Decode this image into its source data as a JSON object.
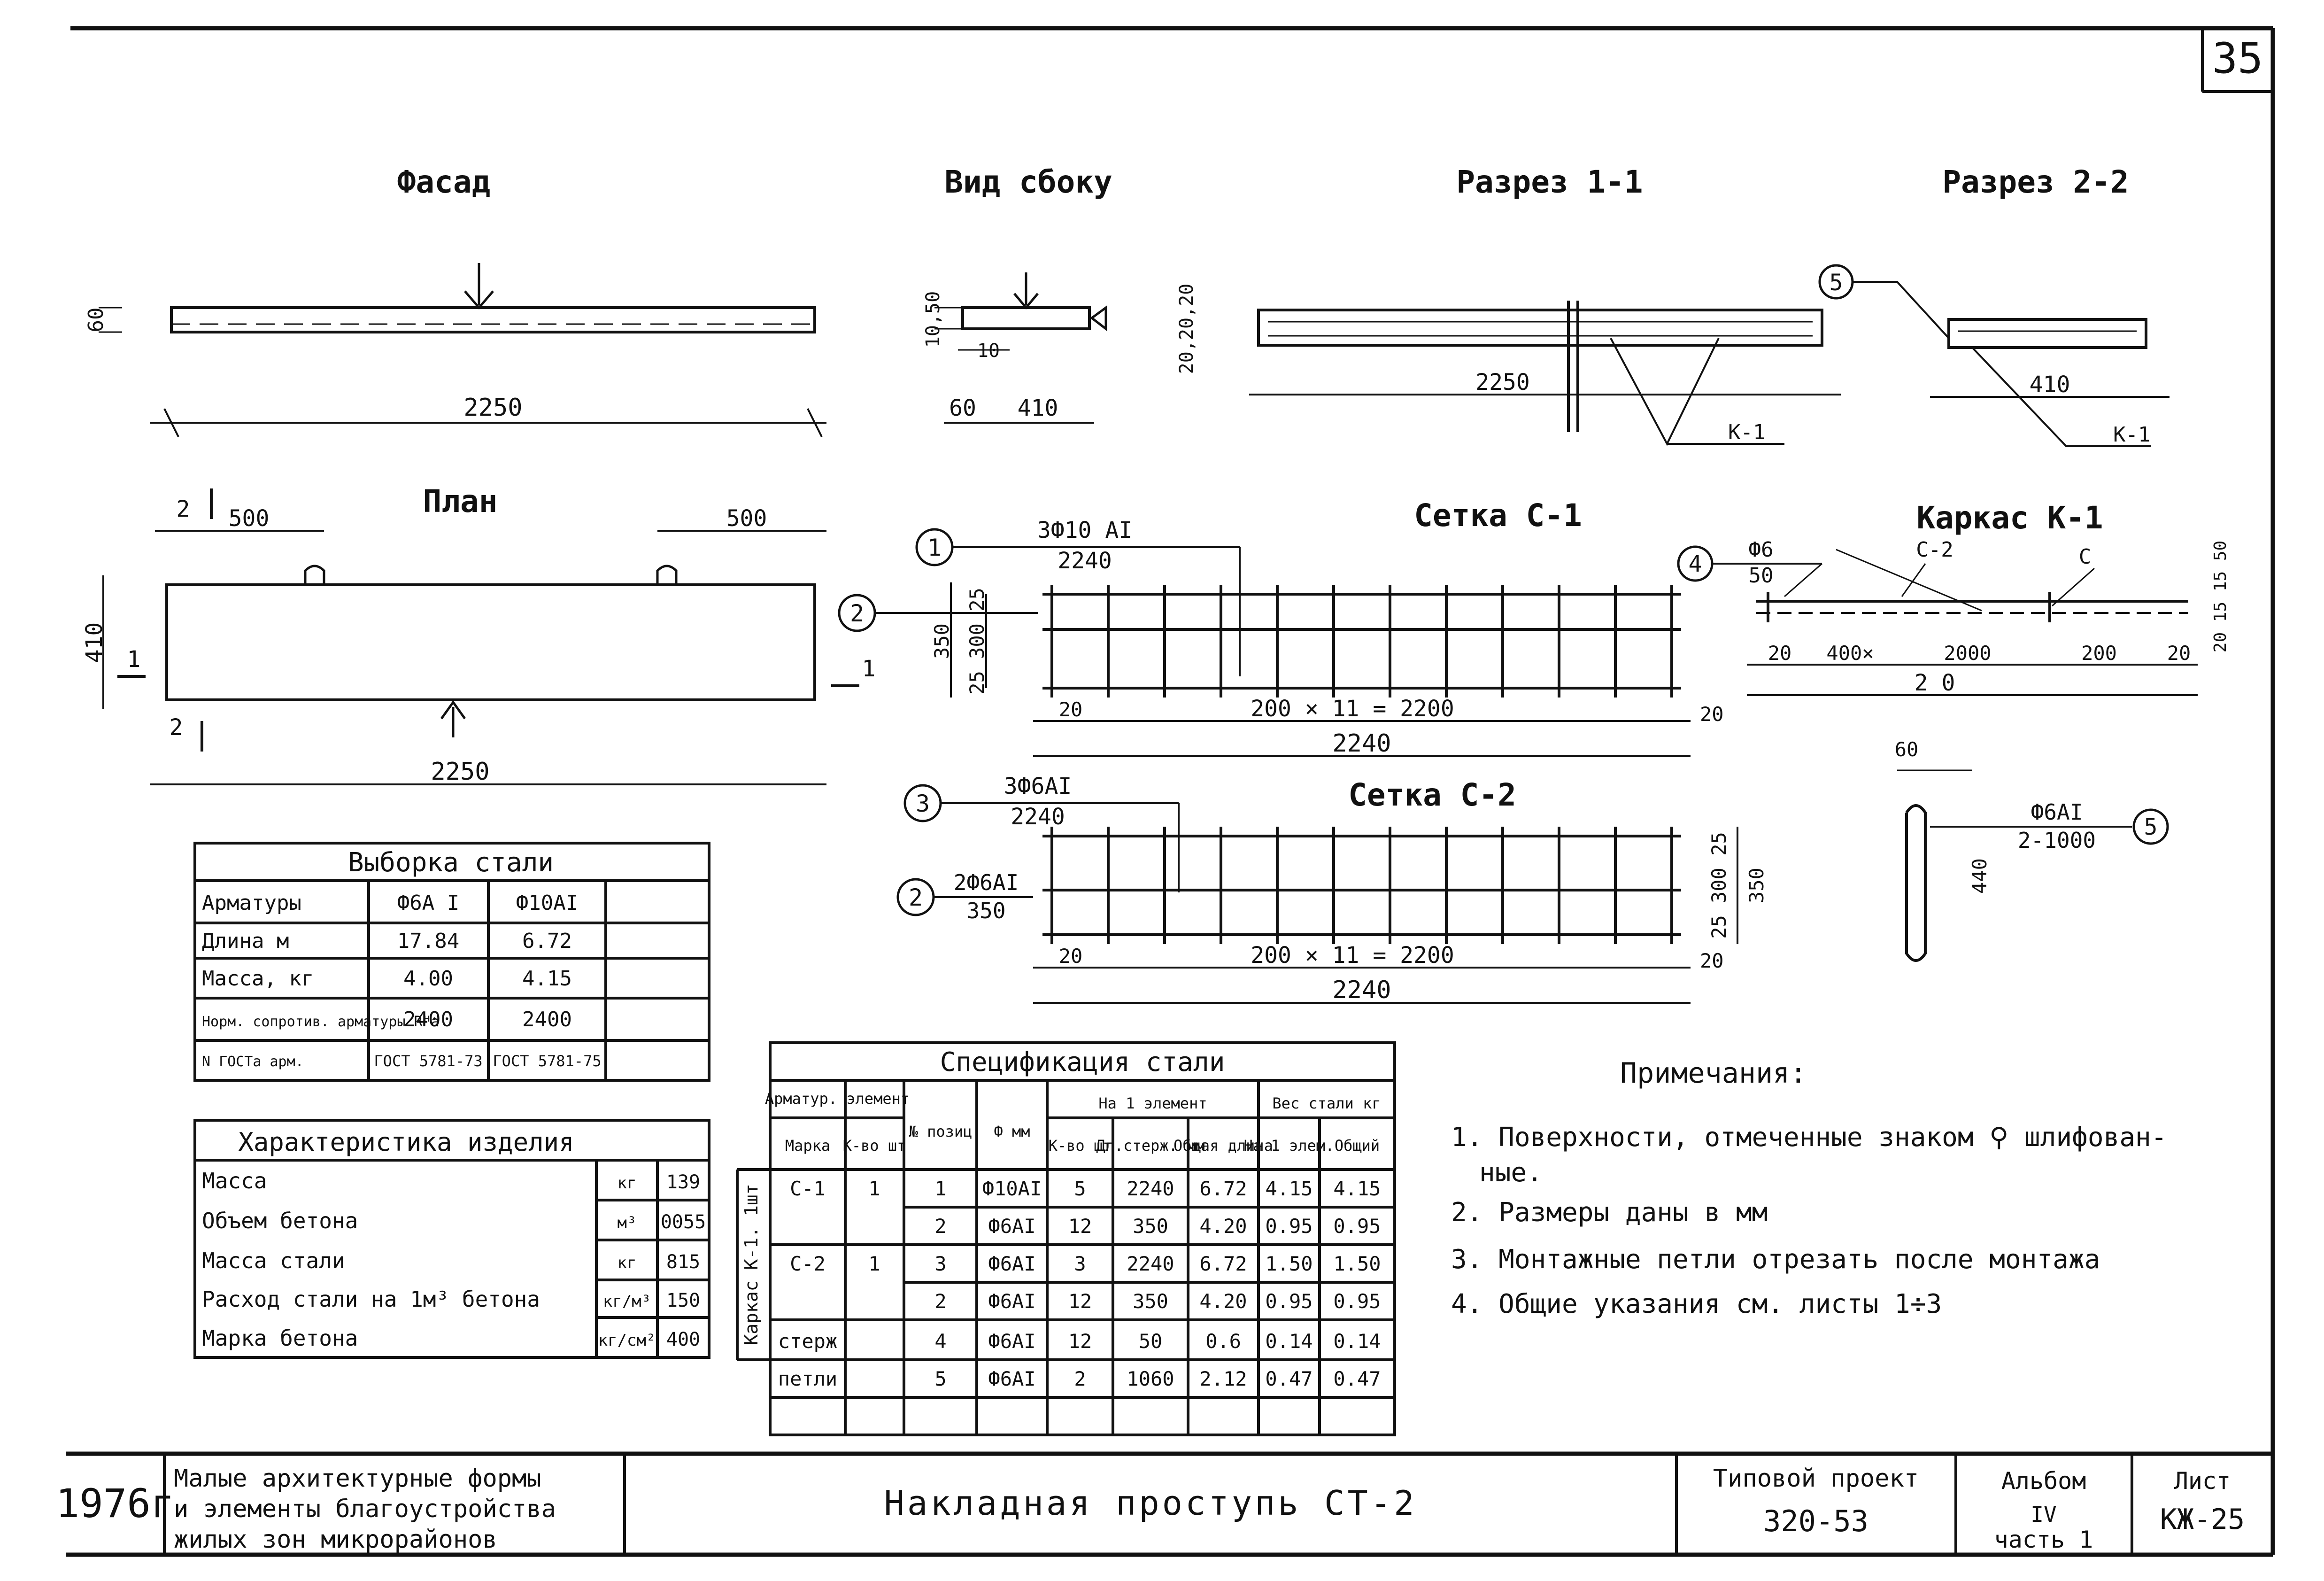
{
  "sheet_number": "35",
  "views": {
    "facade": "Фасад",
    "side_view": "Вид сбоку",
    "section_1": "Разрез 1-1",
    "section_2": "Разрез 2-2",
    "plan": "План",
    "mesh_c1": "Сетка С-1",
    "mesh_c2": "Сетка С-2",
    "frame_k1": "Каркас К-1"
  },
  "dimensions": {
    "facade_height": "60",
    "facade_length": "2250",
    "side_h1": "10,50",
    "side_h2": "10",
    "side_w1": "60",
    "side_w2": "410",
    "sec1_h": "20,20,20",
    "sec1_len": "2250",
    "sec1_frame": "К-1",
    "sec2_marker": "5",
    "sec2_w": "410",
    "sec2_frame": "К-1",
    "plan_500_left": "500",
    "plan_500_right": "500",
    "plan_width": "410",
    "plan_length": "2250",
    "plan_cut_2": "2",
    "plan_cut_1": "1"
  },
  "mesh_c1": {
    "pos1": "1",
    "pos1_label": "3Ф10 АI",
    "pos1_len": "2240",
    "pos2": "2",
    "left_dims": "25 300 25",
    "height": "350",
    "spacing": "200 × 11 = 2200",
    "edge_l": "20",
    "edge_r": "20",
    "total": "2240"
  },
  "mesh_c2": {
    "pos3": "3",
    "pos3_label": "3Ф6АI",
    "pos3_len": "2240",
    "pos2": "2",
    "pos2_label": "2Ф6АI",
    "pos2_len": "350",
    "right_dims": "25 300 25",
    "height": "350",
    "spacing": "200 × 11 = 2200",
    "edge_l": "20",
    "edge_r": "20",
    "total": "2240"
  },
  "frame_k1": {
    "pos4": "4",
    "pos4_label": "Ф6",
    "pos4_sub": "50",
    "c2": "С-2",
    "c": "С",
    "dims_right": "20 15 15 50",
    "d1": "20",
    "d2": "400×",
    "d3": "2000",
    "d4": "200",
    "d5": "20",
    "total": "2 0"
  },
  "loop": {
    "top": "60",
    "height": "440",
    "label": "Ф6АI",
    "sub": "2-1000",
    "pos": "5"
  },
  "steel_selection": {
    "title": "Выборка стали",
    "header": [
      "Арматуры",
      "Ф6А I",
      "Ф10АI",
      ""
    ],
    "rows": [
      [
        "Длина м",
        "17.84",
        "6.72",
        ""
      ],
      [
        "Масса, кг",
        "4.00",
        "4.15",
        ""
      ],
      [
        "Норм. сопротив. арматуры Rᴴa",
        "2400",
        "2400",
        ""
      ],
      [
        "N ГОСТа арм.",
        "ГОСТ 5781-73",
        "ГОСТ 5781-75",
        ""
      ]
    ]
  },
  "characteristics": {
    "title": "Характеристика изделия",
    "rows": [
      {
        "label": "Масса",
        "unit": "кг",
        "value": "139"
      },
      {
        "label": "Объем бетона",
        "unit": "м³",
        "value": "0055"
      },
      {
        "label": "Масса стали",
        "unit": "кг",
        "value": "815"
      },
      {
        "label": "Расход стали на 1м³ бетона",
        "unit": "кг/м³",
        "value": "150"
      },
      {
        "label": "Марка бетона",
        "unit": "кг/см²",
        "value": "400"
      }
    ]
  },
  "specification": {
    "title": "Спецификация стали",
    "side_label": "Каркас К-1. 1шт",
    "h_element": "Арматур. элемент",
    "h_marka": "Марка",
    "h_kvo": "К-во шт",
    "h_no": "№ позиц",
    "h_phi": "Ф мм",
    "h_per": "На 1 элемент",
    "h_kvo2": "К-во шт",
    "h_len": "Дл.стерж. мм",
    "h_total_len": "Общая длина",
    "h_weight": "Вес стали кг",
    "h_w1": "На 1 элем.",
    "h_w2": "Общий",
    "rows": [
      [
        "С-1",
        "1",
        "1",
        "Ф10АI",
        "5",
        "2240",
        "6.72",
        "4.15",
        "4.15"
      ],
      [
        "",
        "",
        "2",
        "Ф6АI",
        "12",
        "350",
        "4.20",
        "0.95",
        "0.95"
      ],
      [
        "С-2",
        "1",
        "3",
        "Ф6АI",
        "3",
        "2240",
        "6.72",
        "1.50",
        "1.50"
      ],
      [
        "",
        "",
        "2",
        "Ф6АI",
        "12",
        "350",
        "4.20",
        "0.95",
        "0.95"
      ],
      [
        "стерж",
        "",
        "4",
        "Ф6АI",
        "12",
        "50",
        "0.6",
        "0.14",
        "0.14"
      ],
      [
        "петли",
        "",
        "5",
        "Ф6АI",
        "2",
        "1060",
        "2.12",
        "0.47",
        "0.47"
      ]
    ]
  },
  "notes": {
    "title": "Примечания:",
    "items": [
      "1. Поверхности, отмеченные знаком ⚲ шлифован-",
      "ные.",
      "2. Размеры даны в мм",
      "3. Монтажные петли отрезать после монтажа",
      "4. Общие указания см. листы 1÷3"
    ]
  },
  "title_block": {
    "year": "1976г",
    "org_lines": [
      "Малые архитектурные формы",
      "и элементы благоустройства",
      "жилых зон микрорайонов"
    ],
    "drawing_title": "Накладная проступь СТ-2",
    "project_label": "Типовой проект",
    "project_number": "320-53",
    "album_label": "Альбом",
    "album_number": "IV",
    "album_part": "часть 1",
    "sheet_label": "Лист",
    "sheet_code": "КЖ-25"
  }
}
